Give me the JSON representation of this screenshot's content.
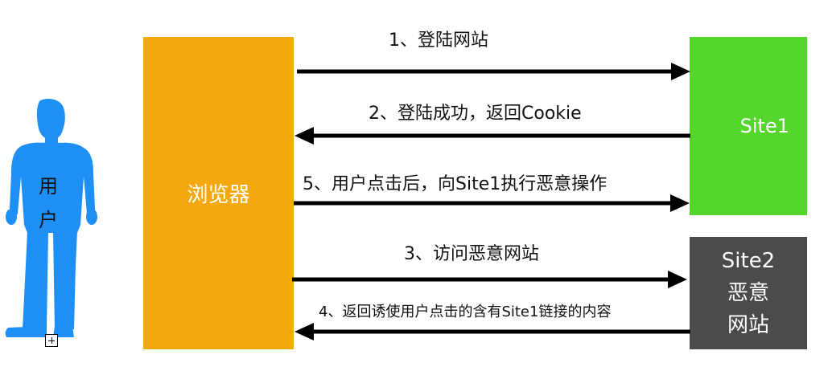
{
  "nodes": {
    "user": {
      "label_1": "用",
      "label_2": "户",
      "color": "#1E8FF5"
    },
    "browser": {
      "label": "浏览器",
      "color": "#F4A80F"
    },
    "site1": {
      "label": "Site1",
      "color": "#54D62C"
    },
    "site2": {
      "label_1": "Site2",
      "label_2": "恶意",
      "label_3": "网站",
      "color": "#4B4B4B"
    }
  },
  "edges": [
    {
      "id": "e1",
      "label": "1、登陆网站",
      "direction": "right"
    },
    {
      "id": "e2",
      "label": "2、登陆成功，返回Cookie",
      "direction": "left"
    },
    {
      "id": "e5",
      "label": "5、用户点击后，向Site1执行恶意操作",
      "direction": "right"
    },
    {
      "id": "e3",
      "label": "3、访问恶意网站",
      "direction": "right"
    },
    {
      "id": "e4",
      "label": "4、返回诱使用户点击的含有Site1链接的内容",
      "direction": "left"
    }
  ],
  "icons": {
    "person": "person-silhouette-icon",
    "expand": "plus-box-icon"
  }
}
